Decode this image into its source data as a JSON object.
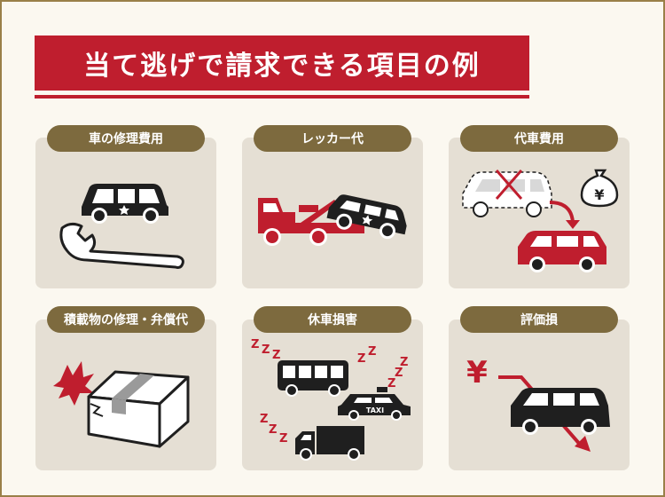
{
  "header": {
    "title": "当て逃げで請求できる項目の例"
  },
  "items": [
    {
      "label": "車の修理費用"
    },
    {
      "label": "レッカー代"
    },
    {
      "label": "代車費用"
    },
    {
      "label": "積載物の修理・弁償代"
    },
    {
      "label": "休車損害"
    },
    {
      "label": "評価損"
    }
  ],
  "art_text": {
    "yen": "¥",
    "taxi": "TAXI",
    "z": "Z"
  },
  "colors": {
    "brand_red": "#bf1e2e",
    "pill_gold": "#7d6a3e",
    "card_beige": "#e5dfd4",
    "frame_gold": "#9a8048",
    "ink": "#1f1f1f"
  }
}
